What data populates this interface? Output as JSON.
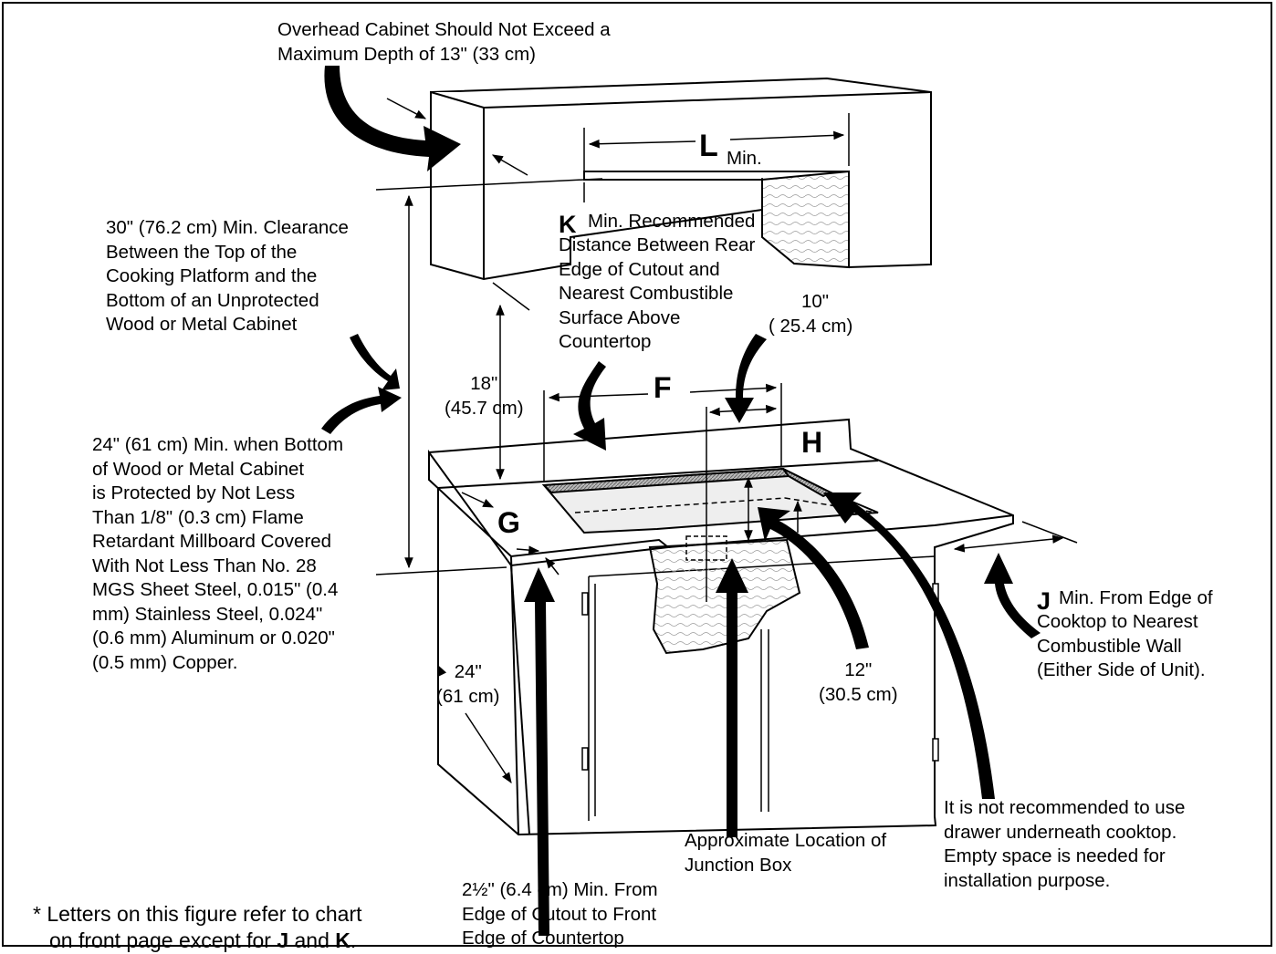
{
  "labels": {
    "overhead": [
      "Overhead Cabinet Should Not Exceed a",
      "Maximum Depth of 13\" (33 cm)"
    ],
    "clearance30": [
      "30\" (76.2 cm) Min. Clearance",
      "Between the Top of the",
      "Cooking Platform and the",
      "Bottom of an Unprotected",
      "Wood or Metal Cabinet"
    ],
    "k_desc": [
      "Min. Recommended",
      "Distance Between Rear",
      "Edge of Cutout and",
      "Nearest Combustible",
      "Surface Above",
      "Countertop"
    ],
    "dim_10": [
      "10\"",
      "( 25.4 cm)"
    ],
    "dim_18": [
      "18\"",
      "(45.7 cm)"
    ],
    "protected24": [
      "24\" (61 cm) Min. when Bottom",
      "of Wood or Metal Cabinet",
      "is Protected by Not Less",
      "Than 1/8\" (0.3 cm) Flame",
      "Retardant Millboard Covered",
      "With Not Less Than No. 28",
      "MGS Sheet Steel, 0.015\" (0.4",
      "mm) Stainless Steel, 0.024\"",
      "(0.6 mm) Aluminum or 0.020\"",
      "(0.5 mm) Copper."
    ],
    "dim_24": [
      "24\"",
      "(61 cm)"
    ],
    "dim_12": [
      "12\"",
      "(30.5 cm)"
    ],
    "j_desc": [
      "Min. From Edge of",
      "Cooktop to Nearest",
      "Combustible Wall",
      "(Either Side of Unit)."
    ],
    "drawer_note": [
      "It is not recommended to use",
      "drawer underneath cooktop.",
      "Empty space is needed for",
      "installation purpose."
    ],
    "junction": [
      "Approximate Location of",
      "Junction Box"
    ],
    "cutout_front": [
      "2½\" (6.4 cm) Min. From",
      "Edge of Cutout to Front",
      "Edge of Countertop"
    ],
    "footnote_line1": "* Letters on this figure refer to chart",
    "footnote_line2_pre": "on front page except for ",
    "footnote_j": "J",
    "footnote_and": " and ",
    "footnote_k": "K",
    "footnote_end": "."
  },
  "letters": {
    "L": "L",
    "L_sub": "Min.",
    "K": "K",
    "F": "F",
    "H": "H",
    "G": "G",
    "J": "J"
  }
}
